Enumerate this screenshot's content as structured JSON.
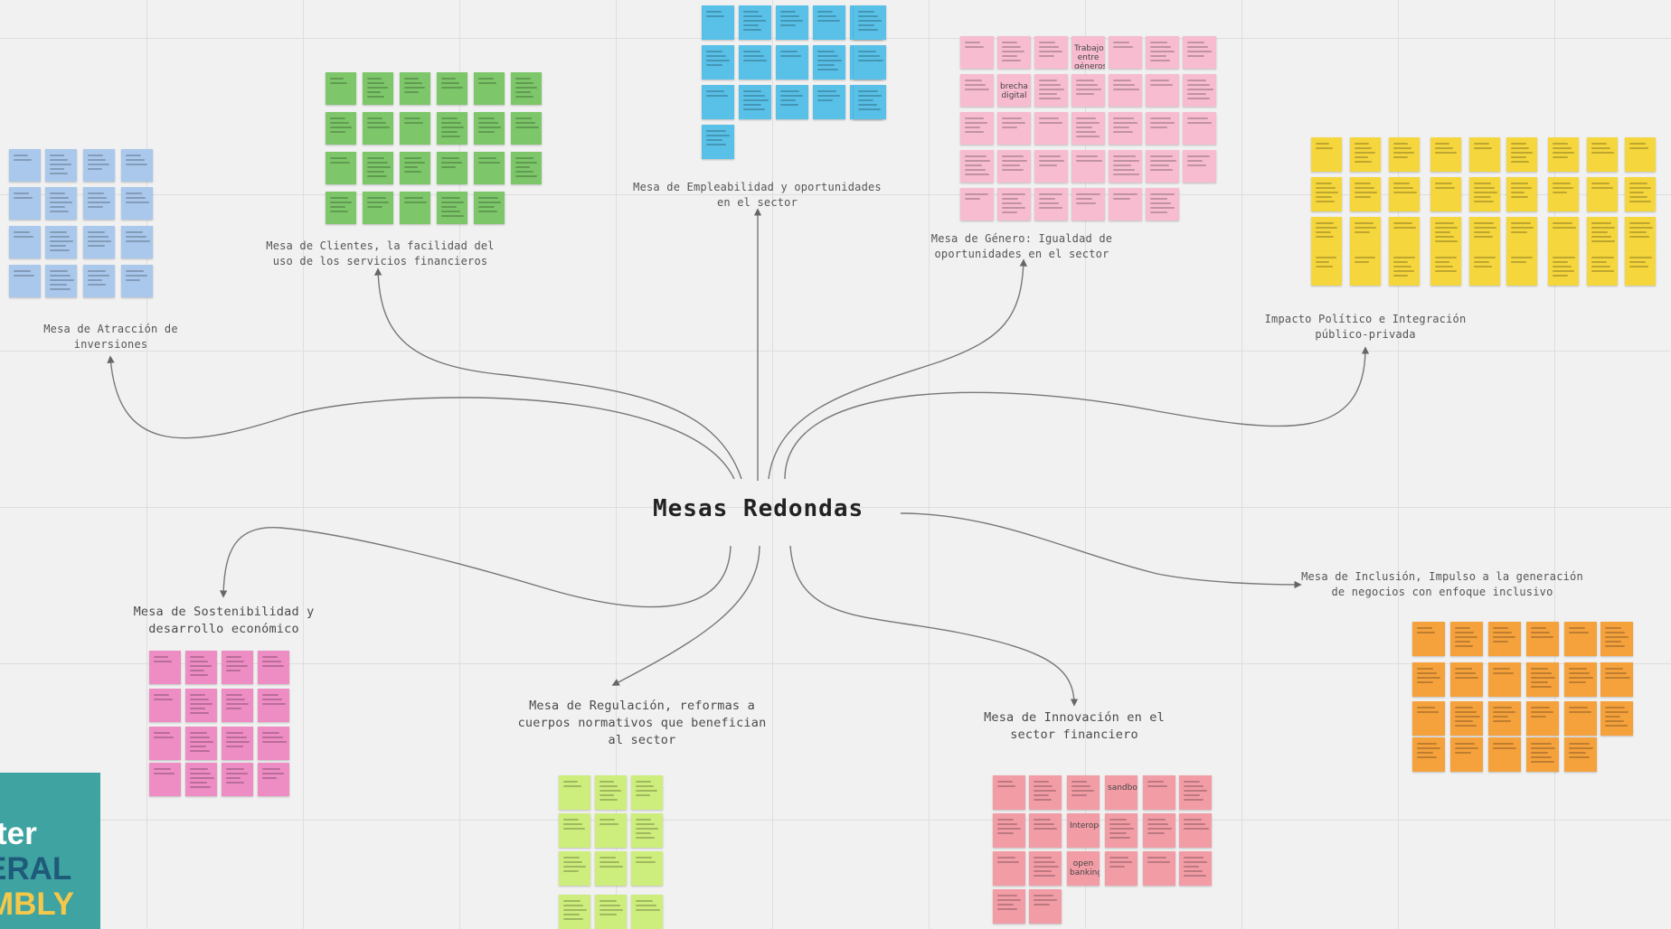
{
  "board": {
    "central_topic": "Mesas Redondas",
    "colors": {
      "canvas": "#f1f1f1",
      "grid": "#dedede",
      "connector": "#666666"
    },
    "tables": [
      {
        "id": "atraccion",
        "label": "Mesa de Atracción de\ninversiones",
        "note_color": "#a9c8ec",
        "note_count": 16
      },
      {
        "id": "clientes",
        "label": "Mesa de Clientes, la facilidad del\nuso de los servicios financieros",
        "note_color": "#7dc76a",
        "note_count": 23
      },
      {
        "id": "empleabilidad",
        "label": "Mesa de Empleabilidad y oportunidades\nen el sector",
        "note_color": "#59c1e8",
        "note_count": 19
      },
      {
        "id": "genero",
        "label": "Mesa de Género: Igualdad de\noportunidades en el sector",
        "note_color": "#f7bcd0",
        "note_count": 34,
        "visible_note_words": [
          "Trabajo entre géneros",
          "brecha digital"
        ]
      },
      {
        "id": "impacto",
        "label": "Impacto Político e Integración\npúblico-privada",
        "note_color": "#f5d63d",
        "note_count": 40
      },
      {
        "id": "inclusion",
        "label": "Mesa de Inclusión, Impulso a la generación\nde negocios con enfoque inclusivo",
        "note_color": "#f5a23d",
        "note_count": 23
      },
      {
        "id": "innovacion",
        "label": "Mesa de Innovación en el\nsector financiero",
        "note_color": "#f29ca6",
        "note_count": 20,
        "visible_note_words": [
          "sandbox",
          "Interoperabilidad",
          "open banking"
        ]
      },
      {
        "id": "regulacion",
        "label": "Mesa de Regulación, reformas a\ncuerpos normativos que benefician\nal sector",
        "note_color": "#cdee7c",
        "note_count": 12
      },
      {
        "id": "sostenibilidad",
        "label": "Mesa de Sostenibilidad y\ndesarrollo económico",
        "note_color": "#ee8cc4",
        "note_count": 16
      }
    ]
  },
  "badge": {
    "line1": "ter",
    "line2": "ERAL",
    "line3": "MBLY",
    "colors": {
      "background": "#3fa3a1",
      "line1": "#ffffff",
      "line2": "#1e5a7a",
      "line3": "#f6c84a"
    }
  }
}
